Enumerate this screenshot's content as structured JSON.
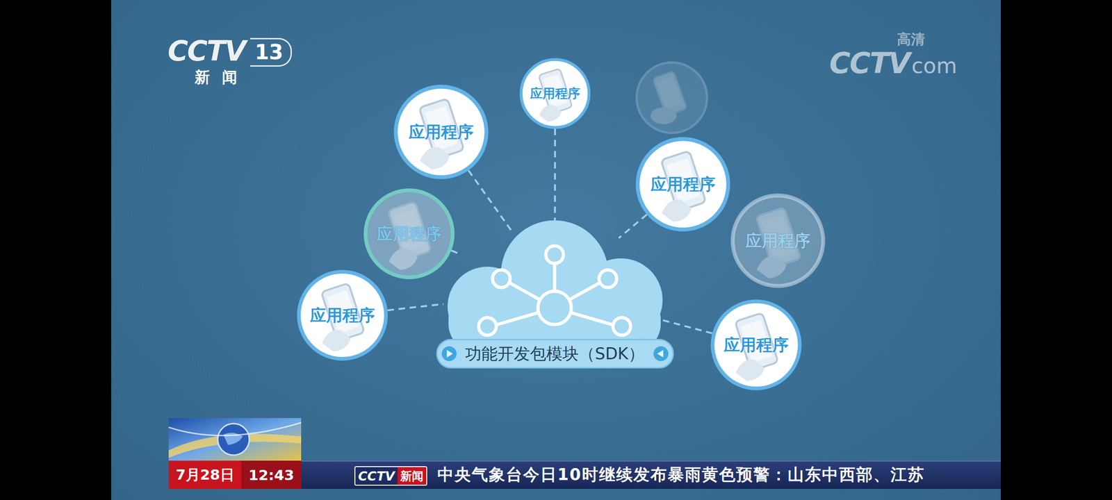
{
  "diagram": {
    "nodes": [
      {
        "text": [
          "应用程序"
        ]
      },
      {
        "text": [
          "应用程序"
        ]
      },
      {
        "text": [
          "应用程序"
        ]
      },
      {
        "text": [
          "应用程序"
        ]
      },
      {
        "text": [
          "应用程序"
        ]
      },
      {
        "text": [
          "应用程序"
        ]
      },
      {
        "text": [
          "功能开发包模块（SDK）"
        ]
      },
      {
        "text": [
          "应用程序"
        ]
      }
    ],
    "edges": [
      {
        "from": 0,
        "to": 6,
        "arrow": "none"
      },
      {
        "from": 1,
        "to": 6,
        "arrow": "none"
      },
      {
        "from": 2,
        "to": 6,
        "arrow": "none"
      },
      {
        "from": 3,
        "to": 6,
        "arrow": "none"
      },
      {
        "from": 5,
        "to": 6,
        "arrow": "none"
      },
      {
        "from": 7,
        "to": 6,
        "arrow": "none"
      }
    ],
    "labels": [
      "CCTV",
      "13",
      "新闻",
      "高清",
      "CCTV",
      "com",
      "7月28日",
      "12:43",
      "CCTV",
      "新闻",
      "中央气象台今日10时继续发布暴雨黄色预警：山东中西部、江苏"
    ]
  }
}
